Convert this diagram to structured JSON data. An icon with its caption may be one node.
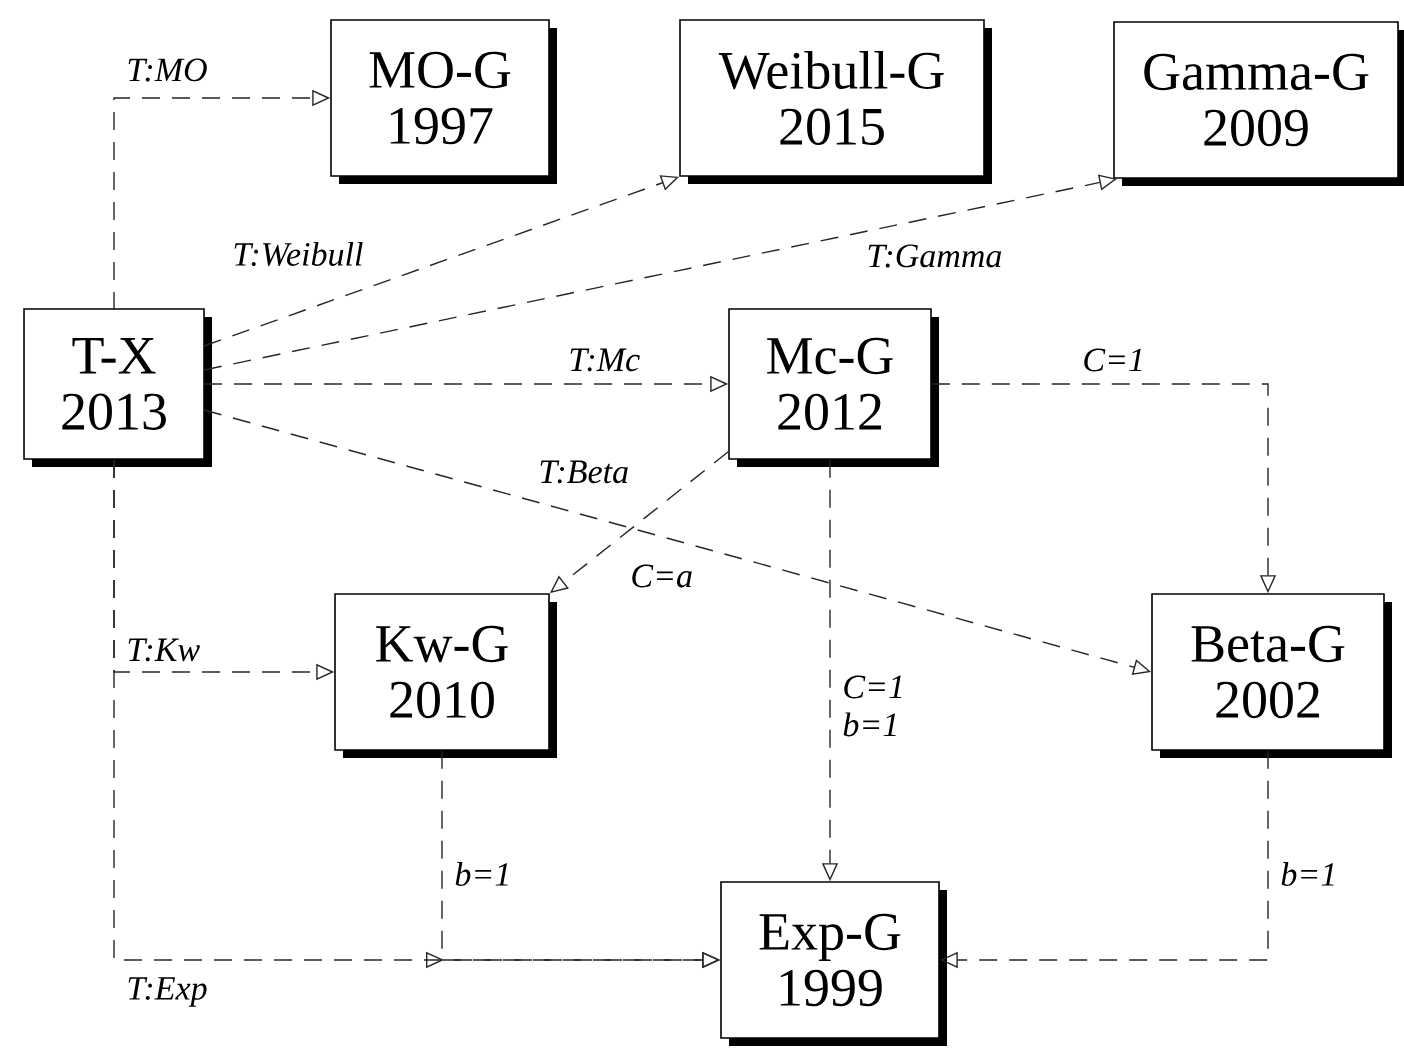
{
  "diagram": {
    "nodes": [
      {
        "text": [
          "T-X",
          "2013"
        ]
      },
      {
        "text": [
          "MO-G",
          "1997"
        ]
      },
      {
        "text": [
          "Weibull-G",
          "2015"
        ]
      },
      {
        "text": [
          "Gamma-G",
          "2009"
        ]
      },
      {
        "text": [
          "Mc-G",
          "2012"
        ]
      },
      {
        "text": [
          "Kw-G",
          "2010"
        ]
      },
      {
        "text": [
          "Beta-G",
          "2002"
        ]
      },
      {
        "text": [
          "Exp-G",
          "1999"
        ]
      }
    ],
    "edges": [
      {
        "from": 0,
        "to": 1,
        "arrow": "to",
        "label": "T:MO"
      },
      {
        "from": 0,
        "to": 2,
        "arrow": "to",
        "label": "T:Weibull"
      },
      {
        "from": 0,
        "to": 3,
        "arrow": "to",
        "label": "T:Gamma"
      },
      {
        "from": 0,
        "to": 4,
        "arrow": "to",
        "label": "T:Mc"
      },
      {
        "from": 0,
        "to": 6,
        "arrow": "to",
        "label": "T:Beta"
      },
      {
        "from": 0,
        "to": 5,
        "arrow": "to",
        "label": "T:Kw"
      },
      {
        "from": 0,
        "to": 7,
        "arrow": "to",
        "label": "T:Exp"
      },
      {
        "from": 4,
        "to": 6,
        "arrow": "to",
        "label": "C=1"
      },
      {
        "from": 4,
        "to": 5,
        "arrow": "to",
        "label": "C=a"
      },
      {
        "from": 4,
        "to": 7,
        "arrow": "to",
        "label": "C=1 b=1"
      },
      {
        "from": 5,
        "to": 7,
        "arrow": "to",
        "label": "b=1"
      },
      {
        "from": 6,
        "to": 7,
        "arrow": "to",
        "label": "b=1"
      }
    ]
  }
}
